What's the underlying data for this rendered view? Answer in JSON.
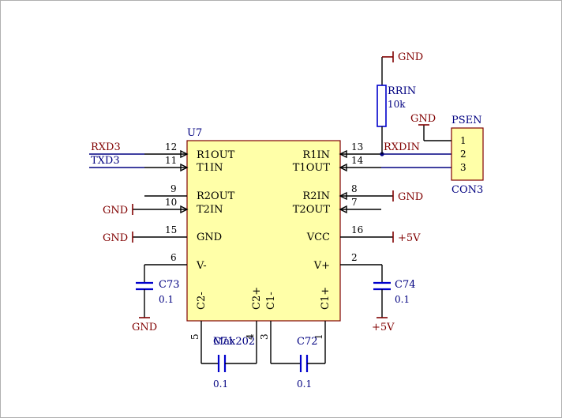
{
  "ic": {
    "ref": "U7",
    "part": "Max202",
    "left_pins": [
      {
        "num": "12",
        "name": "R1OUT"
      },
      {
        "num": "11",
        "name": "T1IN"
      },
      {
        "num": "9",
        "name": "R2OUT"
      },
      {
        "num": "10",
        "name": "T2IN"
      },
      {
        "num": "15",
        "name": "GND"
      },
      {
        "num": "6",
        "name": "V-"
      }
    ],
    "right_pins": [
      {
        "num": "13",
        "name": "R1IN"
      },
      {
        "num": "14",
        "name": "T1OUT"
      },
      {
        "num": "8",
        "name": "R2IN"
      },
      {
        "num": "7",
        "name": "T2OUT"
      },
      {
        "num": "16",
        "name": "VCC"
      },
      {
        "num": "2",
        "name": "V+"
      }
    ],
    "bottom_pins": [
      {
        "num": "5",
        "name": "C2-"
      },
      {
        "num": "4",
        "name": "C2+"
      },
      {
        "num": "3",
        "name": "C1-"
      },
      {
        "num": "1",
        "name": "C1+"
      }
    ]
  },
  "nets": {
    "rxd": "RXD3",
    "txd": "TXD3",
    "rxdin": "RXDIN"
  },
  "power": {
    "gnd": "GND",
    "vcc": "+5V"
  },
  "resistor": {
    "ref": "RRIN",
    "value": "10k"
  },
  "connector": {
    "ref": "PSEN",
    "part": "CON3",
    "pins": [
      "1",
      "2",
      "3"
    ]
  },
  "capacitors": {
    "c73": {
      "ref": "C73",
      "value": "0.1"
    },
    "c74": {
      "ref": "C74",
      "value": "0.1"
    },
    "c71": {
      "ref": "C71",
      "value": "0.1"
    },
    "c72": {
      "ref": "C72",
      "value": "0.1"
    }
  },
  "colors": {
    "ic_fill": "#ffffa8",
    "ic_border": "#800000",
    "wire": "#000000",
    "power": "#800000",
    "component": "#0000cc",
    "label": "#000080",
    "frame": "#b0b0b0"
  }
}
